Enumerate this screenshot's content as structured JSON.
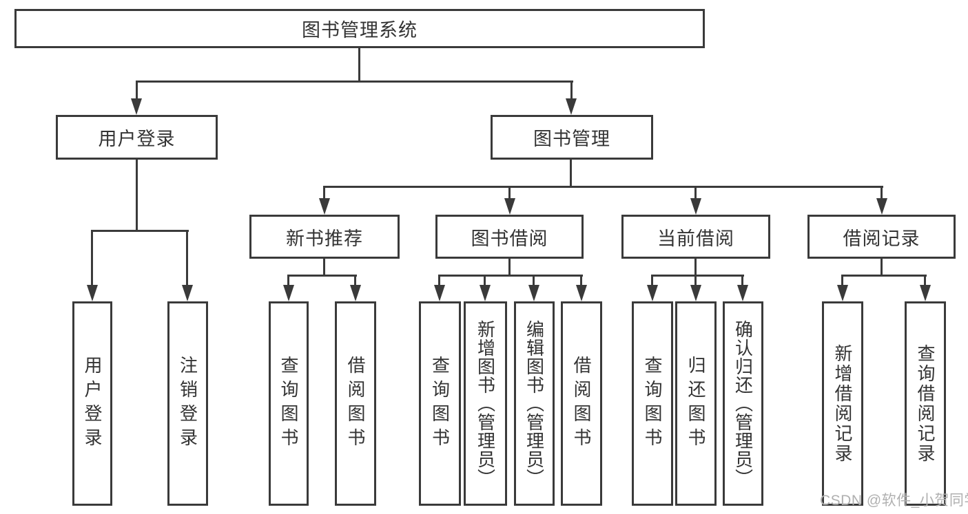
{
  "tree": {
    "root": {
      "label": "图书管理系统",
      "children": [
        {
          "id": "user_login",
          "label": "用户登录",
          "children": [
            {
              "id": "login",
              "label": "用户登录"
            },
            {
              "id": "logout",
              "label": "注销登录"
            }
          ]
        },
        {
          "id": "book_management",
          "label": "图书管理",
          "children": [
            {
              "id": "new_book_recommend",
              "label": "新书推荐",
              "children": [
                {
                  "id": "nr_query_book",
                  "label": "查询图书"
                },
                {
                  "id": "nr_borrow_book",
                  "label": "借阅图书"
                }
              ]
            },
            {
              "id": "book_borrowing",
              "label": "图书借阅",
              "children": [
                {
                  "id": "bb_query_book",
                  "label": "查询图书"
                },
                {
                  "id": "bb_add_book",
                  "label": "新增图书（管理员）"
                },
                {
                  "id": "bb_edit_book",
                  "label": "编辑图书（管理员）"
                },
                {
                  "id": "bb_borrow_book",
                  "label": "借阅图书"
                }
              ]
            },
            {
              "id": "current_borrowing",
              "label": "当前借阅",
              "children": [
                {
                  "id": "cb_query_book",
                  "label": "查询图书"
                },
                {
                  "id": "cb_return_book",
                  "label": "归还图书"
                },
                {
                  "id": "cb_confirm_return",
                  "label": "确认归还（管理员）"
                }
              ]
            },
            {
              "id": "borrowing_records",
              "label": "借阅记录",
              "children": [
                {
                  "id": "br_add_record",
                  "label": "新增借阅记录"
                },
                {
                  "id": "br_query_record",
                  "label": "查询借阅记录"
                }
              ]
            }
          ]
        }
      ]
    }
  },
  "watermark": {
    "text": "CSDN @软件_小贺同学"
  },
  "colors": {
    "line": "#3a3a3a",
    "text": "#333333",
    "box_background": "#ffffff",
    "watermark": "#b0b0b0"
  }
}
